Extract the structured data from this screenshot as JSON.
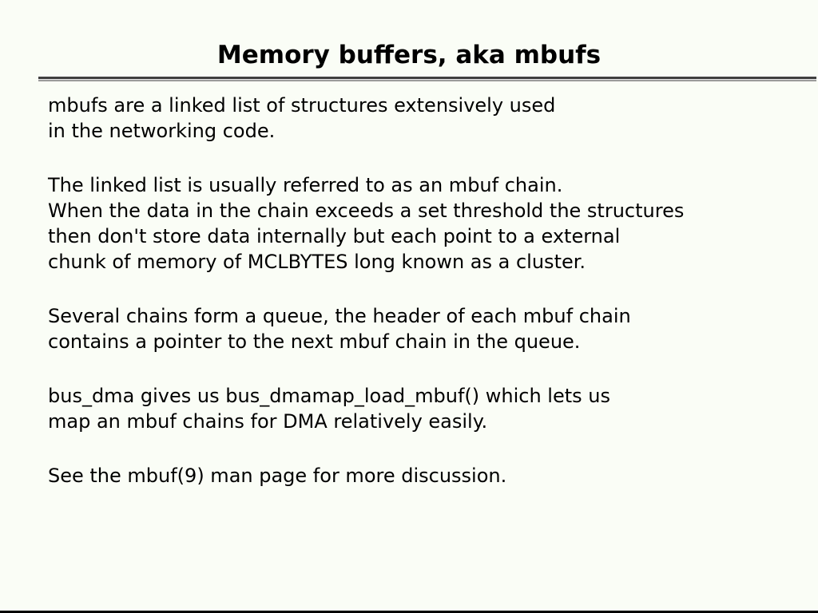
{
  "slide": {
    "title": "Memory buffers, aka mbufs",
    "paragraphs": [
      [
        "mbufs are a linked list of structures extensively used",
        "in the networking code."
      ],
      [
        "The linked list is usually referred to as an mbuf chain.",
        "When the data in the chain exceeds a set threshold the structures",
        "then don't store data internally but each point to a external",
        "chunk of memory of MCLBYTES long known as a cluster."
      ],
      [
        "Several chains form a queue, the header of each mbuf chain",
        "contains a pointer to the next mbuf chain in the queue."
      ],
      [
        "bus_dma gives us bus_dmamap_load_mbuf() which lets us",
        "map an mbuf chains for DMA relatively easily."
      ],
      [
        "See the mbuf(9) man page for more discussion."
      ]
    ],
    "colors": {
      "background": "#fafdf6",
      "text": "#000000",
      "divider_dark": "#3f3f3f",
      "divider_light": "#9b9b9b",
      "bottom_edge": "#000000"
    }
  }
}
